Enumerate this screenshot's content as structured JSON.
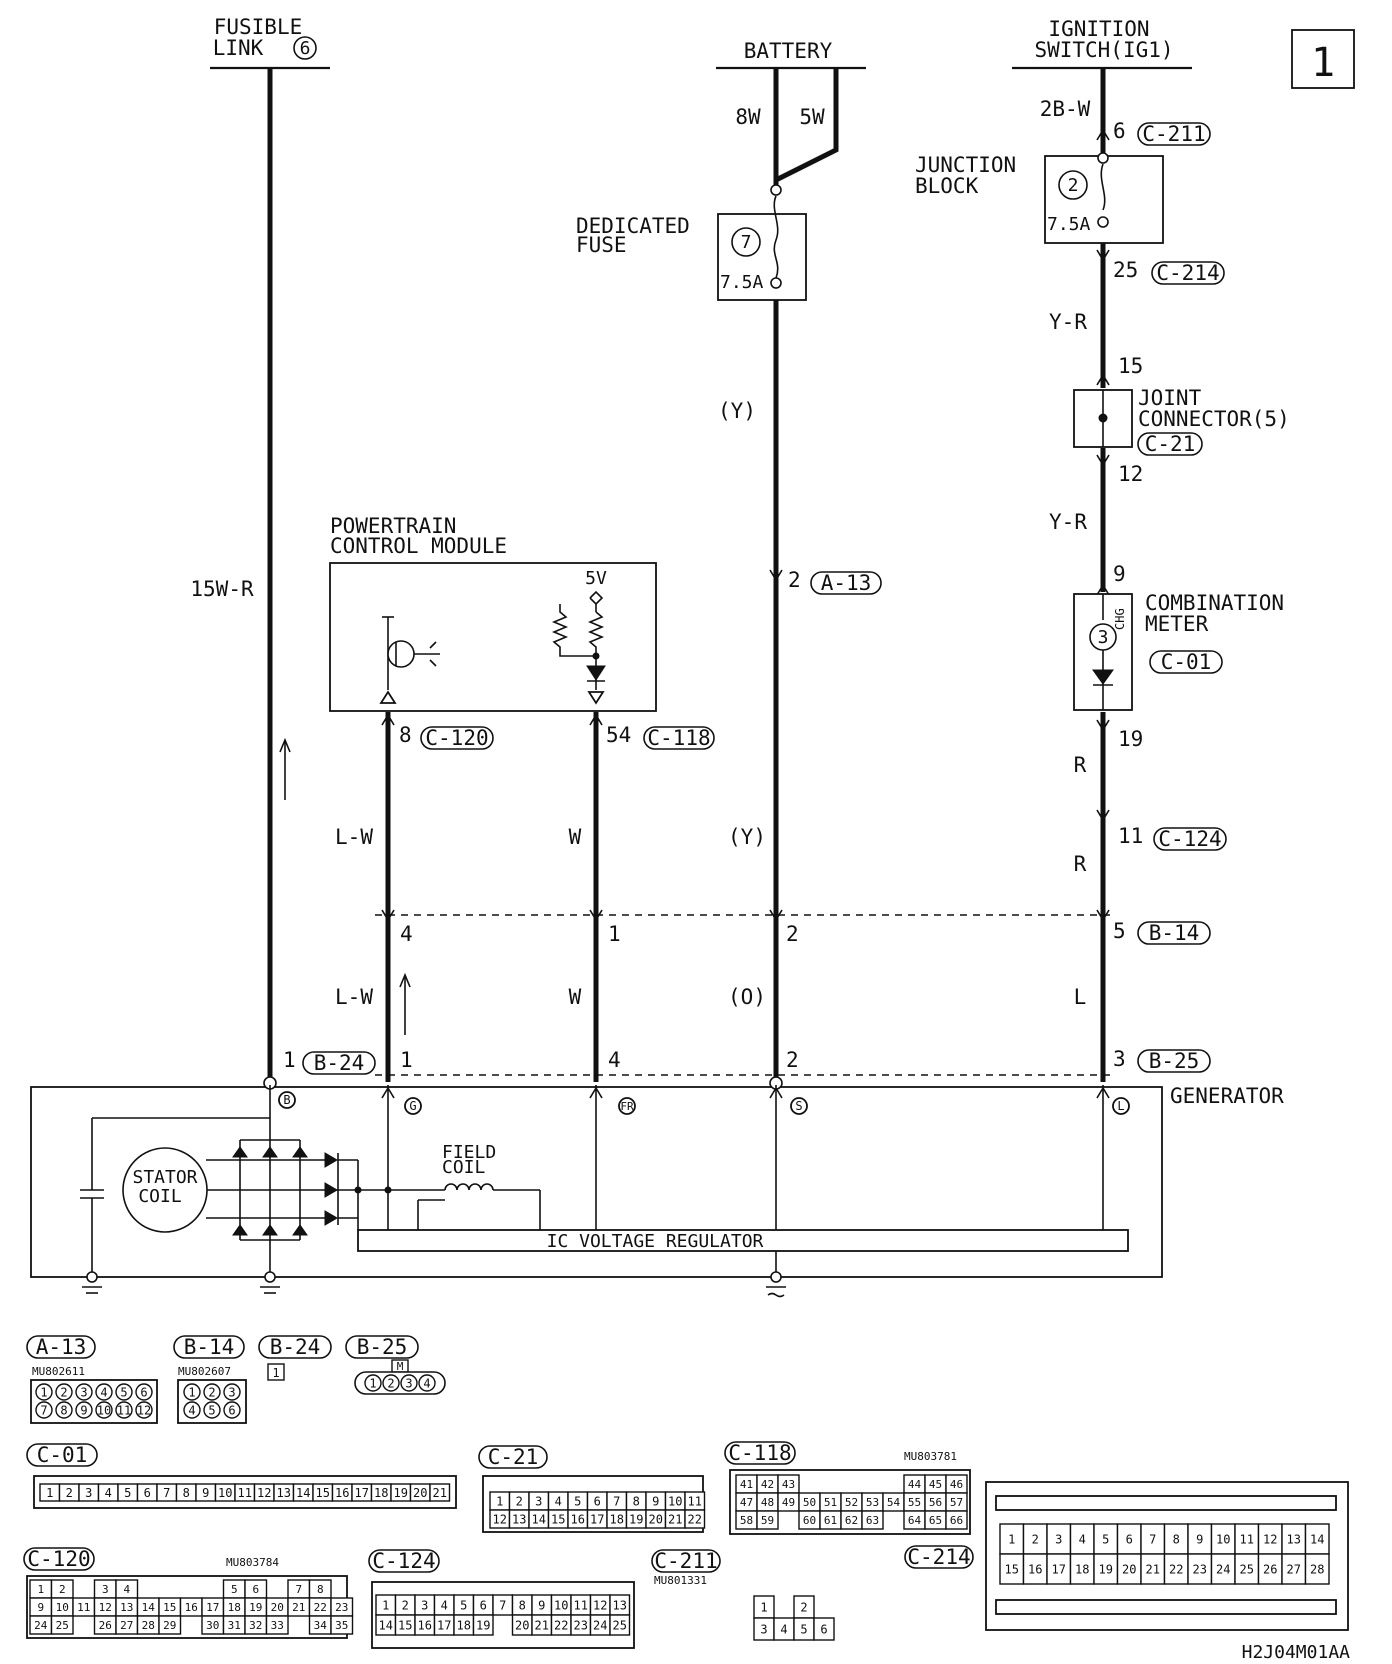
{
  "diagram_number": "1",
  "drawing_code": "H2J04M01AA",
  "sources": {
    "fusible_link": {
      "line1": "FUSIBLE",
      "line2": "LINK",
      "num": "6"
    },
    "battery": {
      "label": "BATTERY",
      "wire_a": "8W",
      "wire_b": "5W"
    },
    "ignition": {
      "line1": "IGNITION",
      "line2": "SWITCH(IG1)",
      "wire": "2B-W"
    }
  },
  "components": {
    "dedicated_fuse": {
      "line1": "DEDICATED",
      "line2": "FUSE",
      "num": "7",
      "rating": "7.5A"
    },
    "junction_block": {
      "line1": "JUNCTION",
      "line2": "BLOCK",
      "num": "2",
      "rating": "7.5A"
    },
    "joint_connector": {
      "line1": "JOINT",
      "line2": "CONNECTOR(5)"
    },
    "combination_meter": {
      "line1": "COMBINATION",
      "line2": "METER",
      "num": "3",
      "tag": "CHG"
    },
    "pcm": {
      "line1": "POWERTRAIN",
      "line2": "CONTROL MODULE",
      "volt": "5V"
    },
    "generator": {
      "label": "GENERATOR",
      "stator_l1": "STATOR",
      "stator_l2": "COIL",
      "field_l1": "FIELD",
      "field_l2": "COIL",
      "regulator": "IC VOLTAGE REGULATOR"
    }
  },
  "wires": {
    "w15wr": "15W-R",
    "y_paren": "(Y)",
    "yr_a": "Y-R",
    "yr_b": "Y-R",
    "r_a": "R",
    "r_b": "R",
    "lw_a": "L-W",
    "lw_b": "L-W",
    "w_a": "W",
    "w_b": "W",
    "y_paren2": "(Y)",
    "o_paren": "(O)",
    "l": "L"
  },
  "pins": {
    "c211_pin": "6",
    "c211": "C-211",
    "c214_pin": "25",
    "c214": "C-214",
    "jc_in": "15",
    "jc_out": "12",
    "c21": "C-21",
    "cm_in": "9",
    "c01": "C-01",
    "cm_out": "19",
    "c124_pin": "11",
    "c124": "C-124",
    "a13_pin": "2",
    "a13": "A-13",
    "c120_pin": "8",
    "c120": "C-120",
    "c118_pin": "54",
    "c118": "C-118",
    "b14_p1": "4",
    "b14_p2": "1",
    "b14_p3": "2",
    "b14_p4": "5",
    "b14": "B-14",
    "b24_pin": "1",
    "b24": "B-24",
    "b25_p1": "1",
    "b25_p2": "4",
    "b25_p3": "2",
    "b25_p4": "3",
    "b25": "B-25",
    "term_b": "B",
    "term_g": "G",
    "term_fr": "FR",
    "term_s": "S",
    "term_l": "L"
  },
  "connectors": {
    "a13": {
      "name": "A-13",
      "part": "MU802611",
      "rows": [
        [
          "1",
          "2",
          "3",
          "4",
          "5",
          "6"
        ],
        [
          "7",
          "8",
          "9",
          "10",
          "11",
          "12"
        ]
      ]
    },
    "b14": {
      "name": "B-14",
      "part": "MU802607",
      "rows": [
        [
          "1",
          "2",
          "3"
        ],
        [
          "4",
          "5",
          "6"
        ]
      ]
    },
    "b24": {
      "name": "B-24",
      "pin": "1"
    },
    "b25": {
      "name": "B-25",
      "tab": "M",
      "pins": [
        "1",
        "2",
        "3",
        "4"
      ]
    },
    "c01": {
      "name": "C-01",
      "pins": [
        "1",
        "2",
        "3",
        "4",
        "5",
        "6",
        "7",
        "8",
        "9",
        "10",
        "11",
        "12",
        "13",
        "14",
        "15",
        "16",
        "17",
        "18",
        "19",
        "20",
        "21"
      ]
    },
    "c21": {
      "name": "C-21",
      "rows": [
        [
          "1",
          "2",
          "3",
          "4",
          "5",
          "6",
          "7",
          "8",
          "9",
          "10",
          "11"
        ],
        [
          "12",
          "13",
          "14",
          "15",
          "16",
          "17",
          "18",
          "19",
          "20",
          "21",
          "22"
        ]
      ]
    },
    "c118": {
      "name": "C-118",
      "part": "MU803781",
      "rows": [
        [
          "41",
          "42",
          "43",
          "",
          "",
          "",
          "",
          "",
          "44",
          "45",
          "46"
        ],
        [
          "47",
          "48",
          "49",
          "50",
          "51",
          "52",
          "53",
          "54",
          "55",
          "56",
          "57"
        ],
        [
          "58",
          "59",
          "",
          "60",
          "61",
          "62",
          "63",
          "",
          "64",
          "65",
          "66"
        ]
      ]
    },
    "c120": {
      "name": "C-120",
      "part": "MU803784",
      "rows": [
        [
          "1",
          "2",
          "",
          "3",
          "4",
          "",
          "",
          "",
          "",
          "5",
          "6",
          "",
          "7",
          "8"
        ],
        [
          "9",
          "10",
          "11",
          "12",
          "13",
          "14",
          "15",
          "16",
          "17",
          "18",
          "19",
          "20",
          "21",
          "22",
          "23"
        ],
        [
          "24",
          "25",
          "",
          "26",
          "27",
          "28",
          "29",
          "",
          "30",
          "31",
          "32",
          "33",
          "",
          "34",
          "35"
        ]
      ]
    },
    "c124": {
      "name": "C-124",
      "rows": [
        [
          "1",
          "2",
          "3",
          "4",
          "5",
          "6",
          "7",
          "8",
          "9",
          "10",
          "11",
          "12",
          "13"
        ],
        [
          "14",
          "15",
          "16",
          "17",
          "18",
          "19",
          "",
          "20",
          "21",
          "22",
          "23",
          "24",
          "25"
        ]
      ]
    },
    "c211": {
      "name": "C-211",
      "part": "MU801331",
      "rows": [
        [
          "1",
          "",
          "2"
        ],
        [
          "3",
          "4",
          "5",
          "6"
        ]
      ]
    },
    "c214": {
      "name": "C-214",
      "rows": [
        [
          "1",
          "2",
          "3",
          "4",
          "5",
          "6",
          "7",
          "8",
          "9",
          "10",
          "11",
          "12",
          "13",
          "14"
        ],
        [
          "15",
          "16",
          "17",
          "18",
          "19",
          "20",
          "21",
          "22",
          "23",
          "24",
          "25",
          "26",
          "27",
          "28"
        ]
      ]
    }
  }
}
